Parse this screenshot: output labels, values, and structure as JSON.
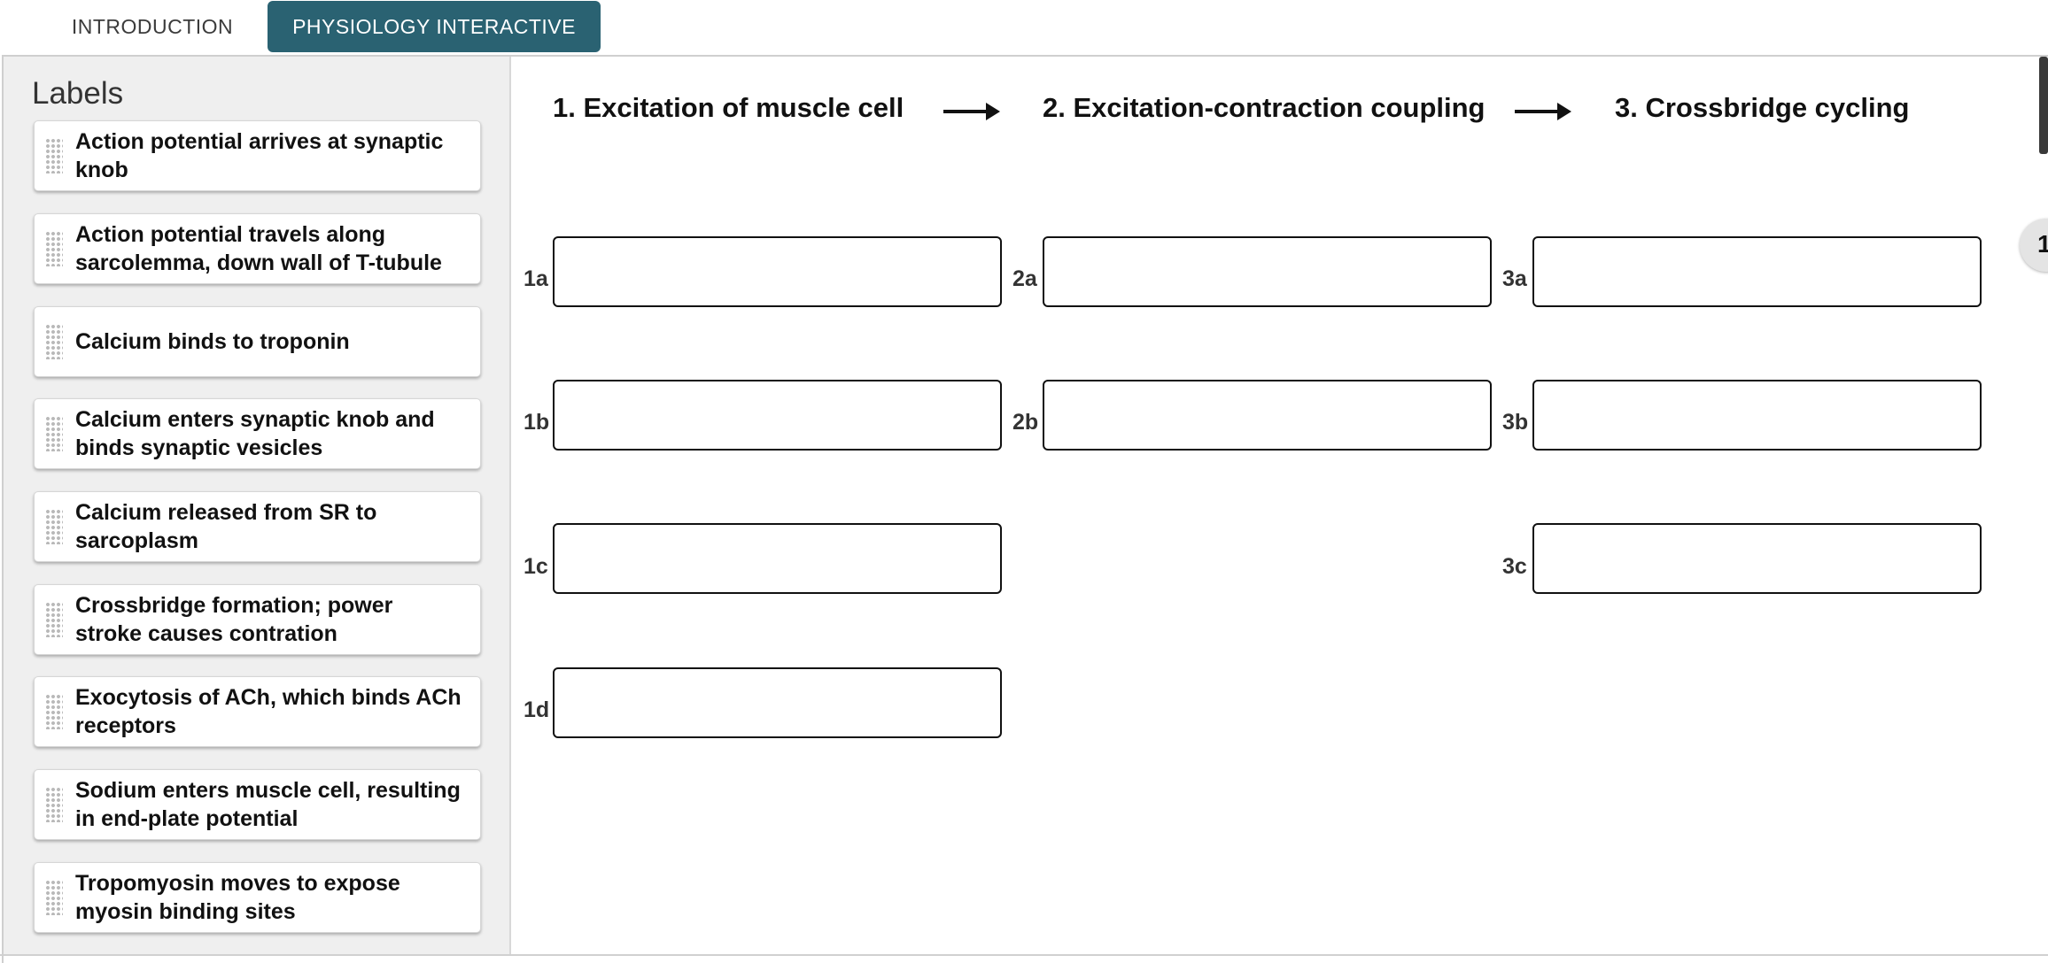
{
  "tabs": [
    {
      "label": "INTRODUCTION",
      "active": false
    },
    {
      "label": "PHYSIOLOGY INTERACTIVE",
      "active": true
    }
  ],
  "colors": {
    "tab_active_bg": "#2a6272",
    "accent_text": "#ffffff"
  },
  "sidebar": {
    "title": "Labels",
    "items": [
      "Action potential arrives at synaptic knob",
      "Action potential travels along sarcolemma, down wall of T-tubule",
      "Calcium binds to troponin",
      "Calcium enters synaptic knob and binds synaptic vesicles",
      "Calcium released from SR to sarcoplasm",
      "Crossbridge formation; power stroke causes contration",
      "Exocytosis of ACh, which binds ACh receptors",
      "Sodium enters muscle cell, resulting in end-plate potential",
      "Tropomyosin moves to expose myosin binding sites"
    ]
  },
  "stages": [
    {
      "title": "1. Excitation of muscle cell",
      "slots": [
        "1a",
        "1b",
        "1c",
        "1d"
      ]
    },
    {
      "title": "2. Excitation-contraction coupling",
      "slots": [
        "2a",
        "2b"
      ]
    },
    {
      "title": "3. Crossbridge cycling",
      "slots": [
        "3a",
        "3b",
        "3c"
      ]
    }
  ],
  "icons": {
    "arrow": "arrow-right-icon",
    "grip": "drag-handle-icon"
  },
  "side_tab_label": "1"
}
